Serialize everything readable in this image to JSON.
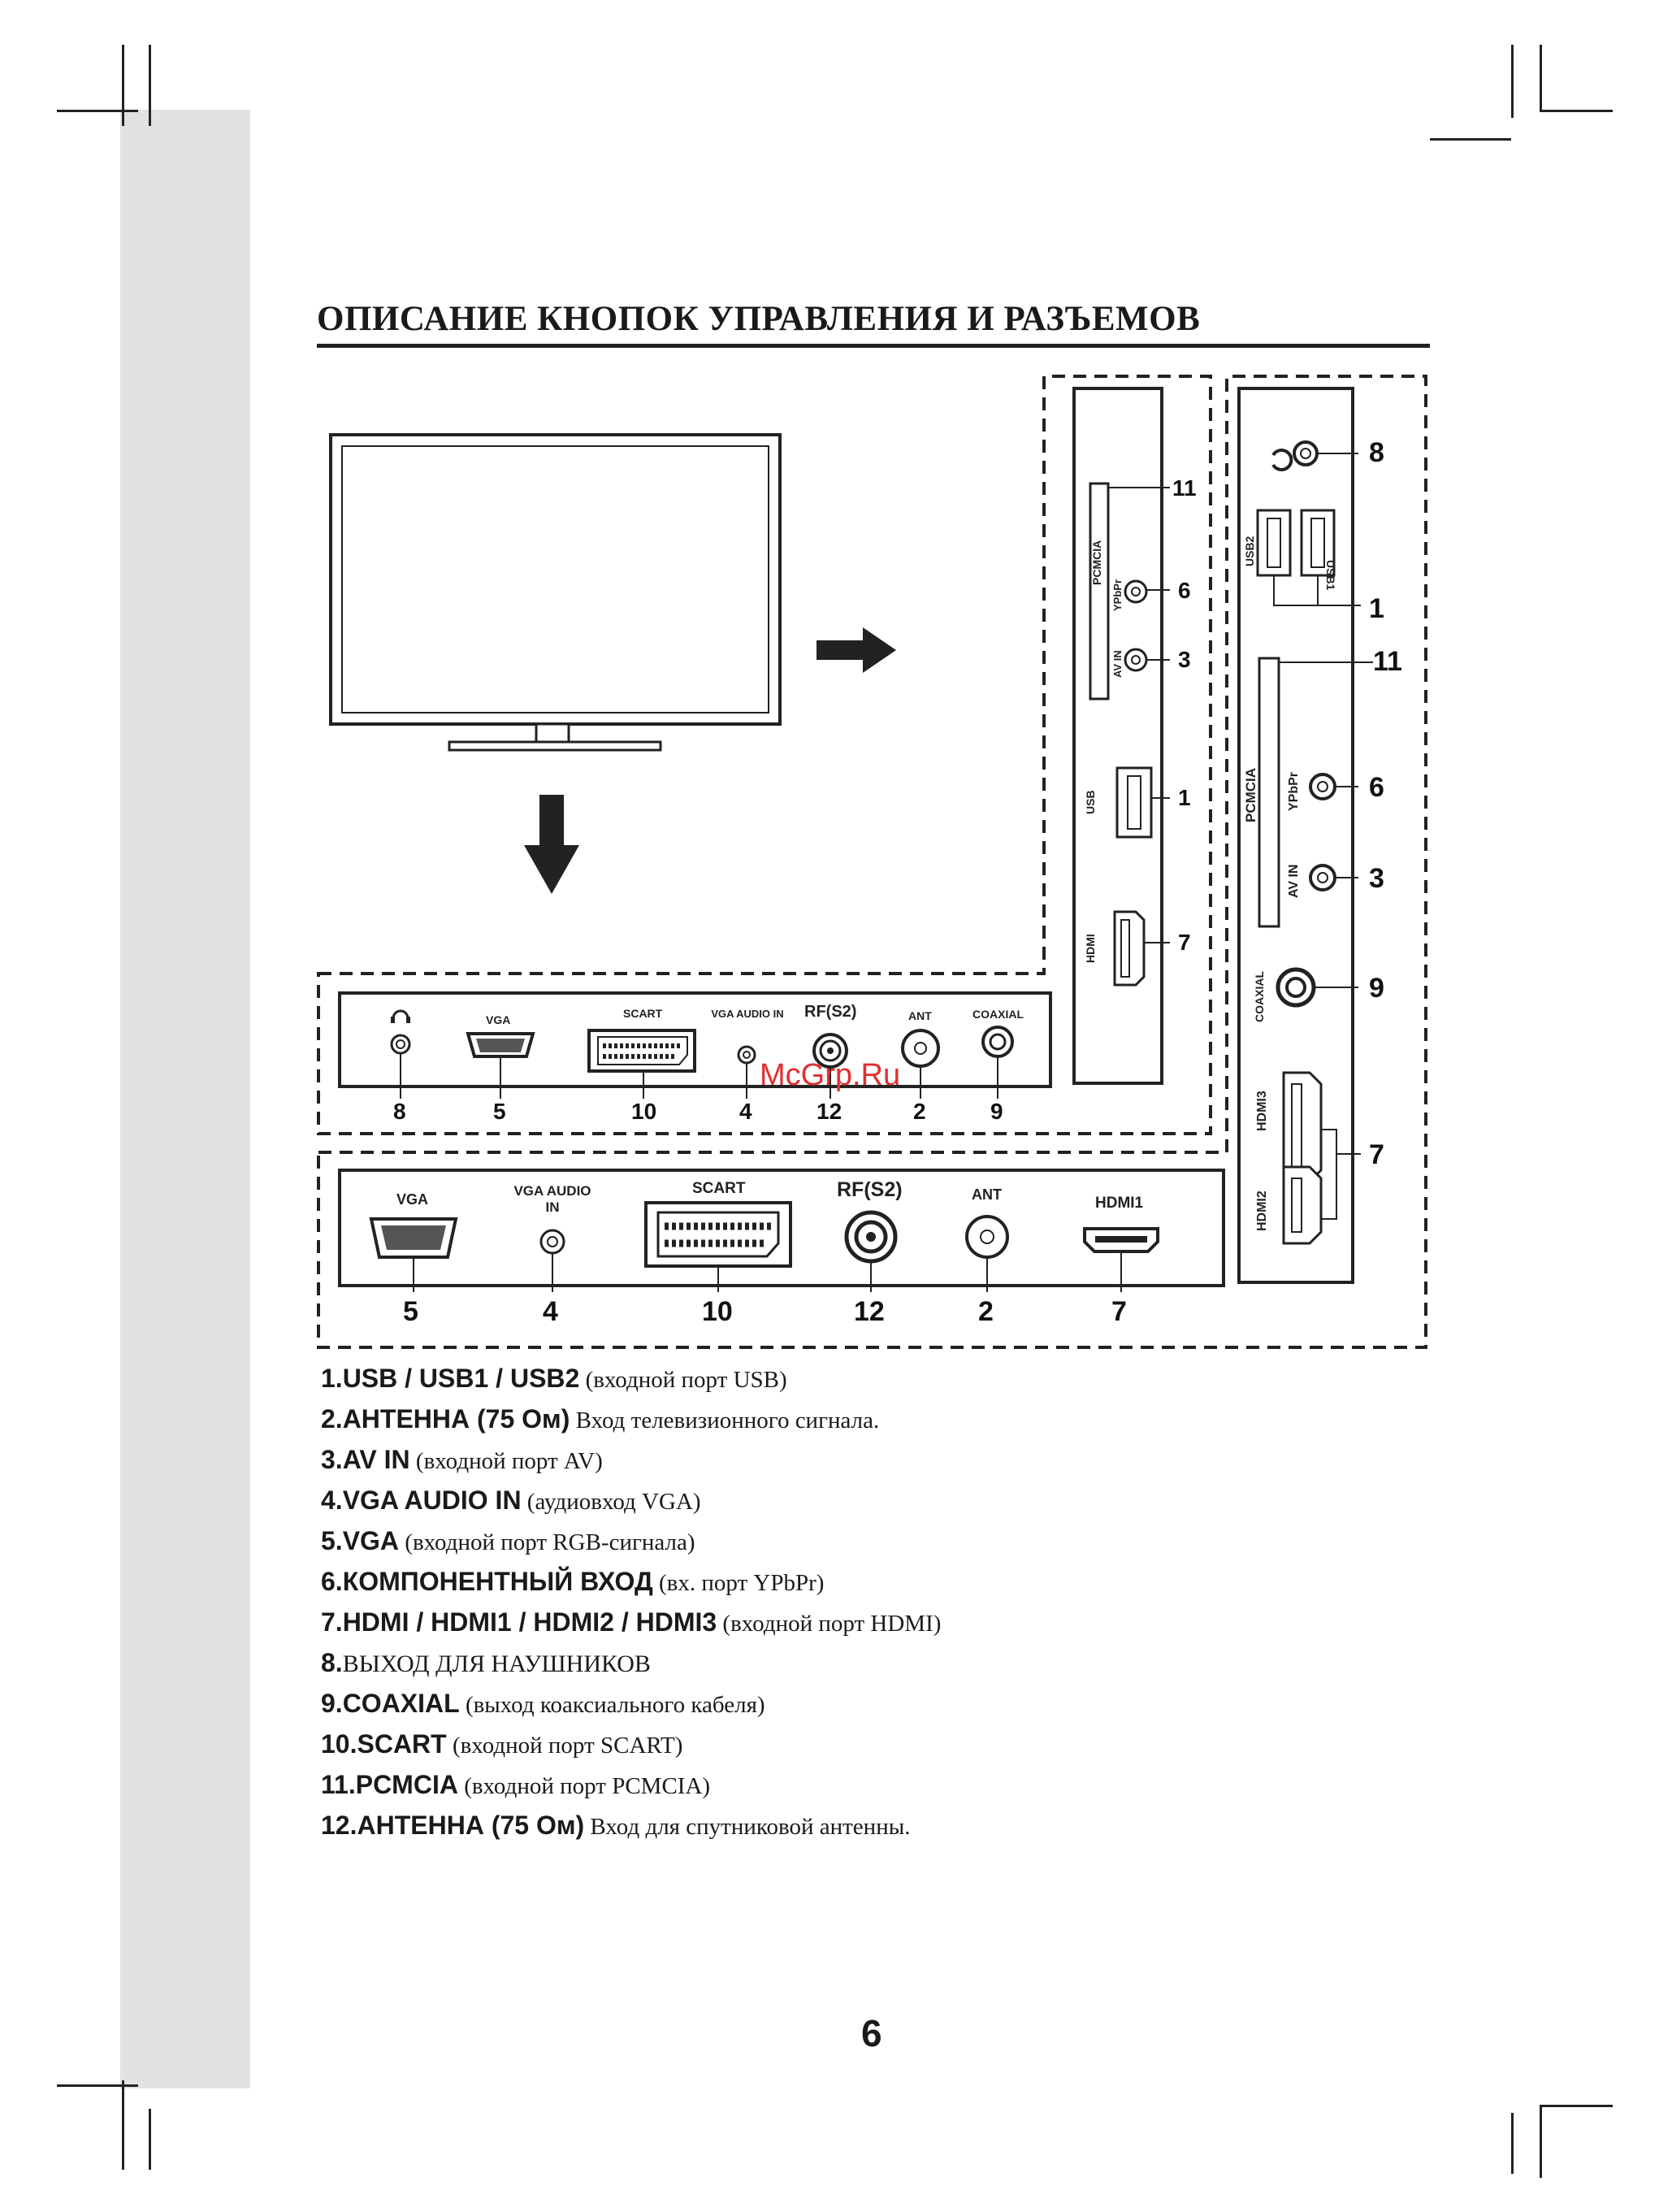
{
  "title": "ОПИСАНИЕ КНОПОК УПРАВЛЕНИЯ И РАЗЪЕМОВ",
  "page_number": "6",
  "watermark": "McGrp.Ru",
  "small_panel": {
    "labels": {
      "headphones": "",
      "vga": "VGA",
      "scart": "SCART",
      "vga_audio_in": "VGA AUDIO IN",
      "rf_s2": "RF(S2)",
      "ant": "ANT",
      "coaxial": "COAXIAL"
    },
    "numbers": [
      "8",
      "5",
      "10",
      "4",
      "12",
      "2",
      "9"
    ]
  },
  "large_panel": {
    "labels": {
      "vga": "VGA",
      "vga_audio_in_1": "VGA AUDIO",
      "vga_audio_in_2": "IN",
      "scart": "SCART",
      "rf_s2": "RF(S2)",
      "ant": "ANT",
      "hdmi1": "HDMI1"
    },
    "numbers": [
      "5",
      "4",
      "10",
      "12",
      "2",
      "7"
    ]
  },
  "side_panel_a": {
    "labels": {
      "pcmcia": "PCMCIA",
      "ypbpr": "YPbPr",
      "av_in": "AV IN",
      "usb": "USB",
      "hdmi": "HDMI"
    },
    "numbers": {
      "pcmcia": "11",
      "ypbpr": "6",
      "av_in": "3",
      "usb": "1",
      "hdmi": "7"
    }
  },
  "side_panel_b": {
    "labels": {
      "usb2": "USB2",
      "usb1": "USB1",
      "pcmcia": "PCMCIA",
      "ypbpr": "YPbPr",
      "av_in": "AV IN",
      "coaxial": "COAXIAL",
      "hdmi3": "HDMI3",
      "hdmi2": "HDMI2"
    },
    "numbers": {
      "headphones": "8",
      "usb": "1",
      "pcmcia": "11",
      "ypbpr": "6",
      "av_in": "3",
      "coaxial": "9",
      "hdmi": "7"
    }
  },
  "legend": [
    {
      "num": "1.",
      "key": "USB / USB1 / USB2",
      "desc": " (входной порт USB)"
    },
    {
      "num": "2.",
      "key": "АНТЕННА (75 Ом)",
      "desc": " Вход телевизионного сигнала."
    },
    {
      "num": "3.",
      "key": "AV IN",
      "desc": " (входной порт AV)"
    },
    {
      "num": "4.",
      "key": "VGA AUDIO IN",
      "desc": " (аудиовход VGA)"
    },
    {
      "num": "5.",
      "key": "VGA",
      "desc": " (входной порт RGB-сигнала)"
    },
    {
      "num": "6.",
      "key": "КОМПОНЕНТНЫЙ ВХОД",
      "desc": " (вх. порт YPbPr)"
    },
    {
      "num": "7.",
      "key": "HDMI / HDMI1 / HDMI2 / HDMI3",
      "desc": " (входной порт HDMI)"
    },
    {
      "num": "8.",
      "key": "ВЫХОД  ДЛЯ НАУШНИКОВ",
      "desc": ""
    },
    {
      "num": "9.",
      "key": "COAXIAL",
      "desc": " (выход коаксиального кабеля)"
    },
    {
      "num": "10.",
      "key": "SCART",
      "desc": " (входной порт SCART)"
    },
    {
      "num": "11.",
      "key": "PCMCIA",
      "desc": " (входной порт PCMCIA)"
    },
    {
      "num": "12.",
      "key": "АНТЕННА (75 Ом)",
      "desc": " Вход для спутниковой антенны."
    }
  ]
}
